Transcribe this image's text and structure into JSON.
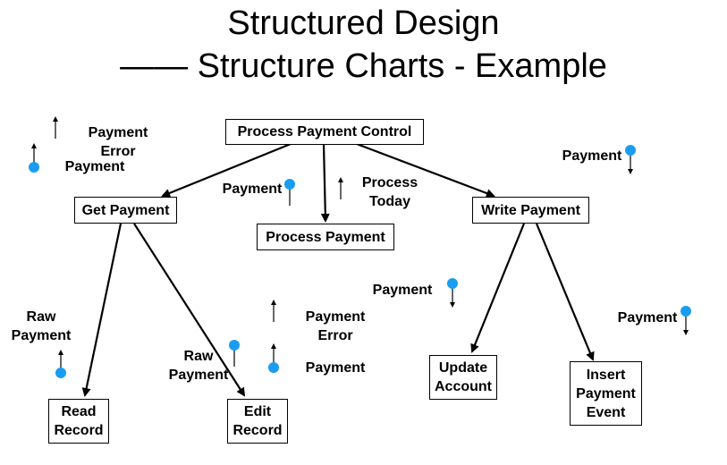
{
  "title": {
    "line1": "Structured Design",
    "line2": "—— Structure Charts - Example"
  },
  "modules": {
    "process_payment_control": "Process Payment Control",
    "get_payment": "Get Payment",
    "process_payment": "Process Payment",
    "write_payment": "Write Payment",
    "read_record": [
      "Read",
      "Record"
    ],
    "edit_record": [
      "Edit",
      "Record"
    ],
    "update_account": [
      "Update",
      "Account"
    ],
    "insert_payment_event": [
      "Insert",
      "Payment",
      "Event"
    ]
  },
  "labels": {
    "payment_error_top": [
      "Payment",
      "Error"
    ],
    "payment_top_left": "Payment",
    "payment_mid": "Payment",
    "process_today": [
      "Process",
      "Today"
    ],
    "payment_top_right": "Payment",
    "raw_payment_left": [
      "Raw",
      "Payment"
    ],
    "raw_payment_mid": [
      "Raw",
      "Payment"
    ],
    "payment_error_mid": [
      "Payment",
      "Error"
    ],
    "payment_mid2": "Payment",
    "payment_update": "Payment",
    "payment_insert": "Payment"
  },
  "colors": {
    "data_couple": "#1a9df0",
    "line": "#000000"
  },
  "legend": {
    "data_couple_icon": "filled-circle-arrow",
    "control_flag_icon": "plain-arrow"
  }
}
